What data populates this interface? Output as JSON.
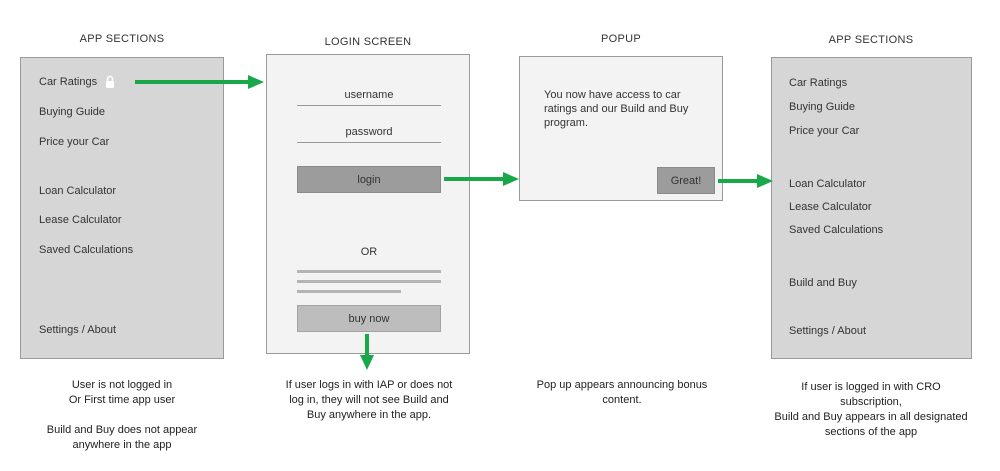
{
  "headings": {
    "left": "APP SECTIONS",
    "login": "LOGIN SCREEN",
    "popup": "POPUP",
    "right": "APP SECTIONS"
  },
  "left_menu": {
    "items": [
      "Car Ratings",
      "Buying Guide",
      "Price your Car",
      "Loan Calculator",
      "Lease Calculator",
      "Saved Calculations",
      "Settings / About"
    ],
    "lock_icon": "lock-icon"
  },
  "login": {
    "username": "username",
    "password": "password",
    "login_label": "login",
    "or_label": "OR",
    "buy_label": "buy now"
  },
  "popup": {
    "message": "You now have access to car ratings and our Build and Buy program.",
    "button_label": "Great!"
  },
  "right_menu": {
    "items": [
      "Car Ratings",
      "Buying Guide",
      "Price your Car",
      "Loan Calculator",
      "Lease Calculator",
      "Saved Calculations",
      "Build and Buy",
      "Settings / About"
    ]
  },
  "captions": {
    "left_line1": "User is not logged in",
    "left_line2": "Or First time app user",
    "left_line3": "Build and Buy does not appear",
    "left_line4": "anywhere in the app",
    "login": "If user logs in with IAP or does not log in, they will not see Build and Buy anywhere in the app.",
    "popup": "Pop up appears announcing bonus content.",
    "right_line1": "If user is logged in with CRO subscription,",
    "right_line2": "Build and Buy appears in all designated sections of the app"
  },
  "colors": {
    "arrow": "#18a84a",
    "panel_gray": "#d6d6d6",
    "panel_light": "#f3f3f3"
  }
}
